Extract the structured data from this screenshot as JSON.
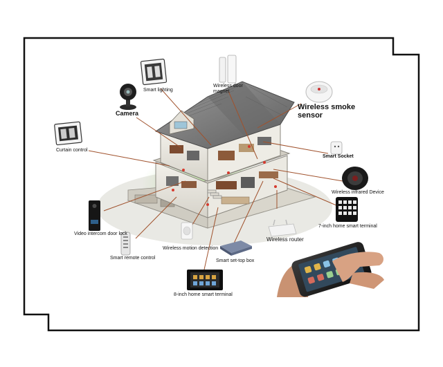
{
  "diagram": {
    "labels": {
      "smart_lighting": "Smart lighting",
      "wireless_door_magnet": "Wireless door magnet",
      "camera": "Camera",
      "wireless_smoke_sensor": "Wireless smoke sensor",
      "curtain_control": "Curtain control",
      "smart_socket": "Smart Socket",
      "wireless_infrared_device": "Wireless infrared Device",
      "seven_inch_terminal": "7-inch home smart terminal",
      "video_intercom": "Video intercom door lock",
      "wireless_router": "Wireless router",
      "wireless_motion": "Wireless motion detection",
      "smart_set_top_box": "Smart set-top box",
      "smart_remote": "Smart remote control",
      "eight_inch_terminal": "8-inch home smart terminal"
    },
    "colors": {
      "border": "#111111",
      "leader_line": "#a0522d",
      "roof": "#7d7d7d",
      "wall": "#e8e6e0"
    }
  }
}
